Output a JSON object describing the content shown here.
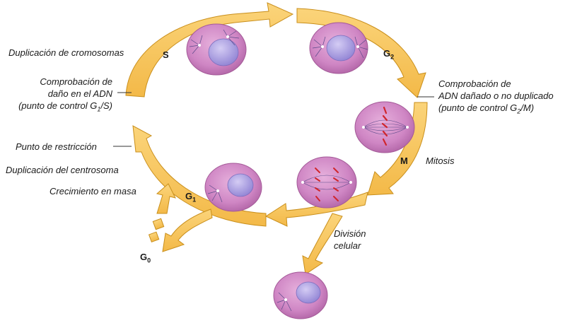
{
  "phases": {
    "s": "S",
    "g2": "G",
    "g2_sub": "2",
    "m": "M",
    "g1": "G",
    "g1_sub": "1",
    "g0": "G",
    "g0_sub": "0"
  },
  "labels": {
    "chromosome_duplication": "Duplicación de cromosomas",
    "dna_damage_check_1": "Comprobación de",
    "dna_damage_check_2": "daño en el ADN",
    "dna_damage_check_3a": "(punto de control G",
    "dna_damage_check_3sub": "1",
    "dna_damage_check_3b": "/S)",
    "restriction_point": "Punto de restricción",
    "centrosome_duplication": "Duplicación del centrosoma",
    "mass_growth": "Crecimiento en masa",
    "g2m_check_1": "Comprobación de",
    "g2m_check_2": "ADN dañado o no duplicado",
    "g2m_check_3a": "(punto de control G",
    "g2m_check_3sub": "2",
    "g2m_check_3b": "/M)",
    "mitosis": "Mitosis",
    "cell_division_1": "División",
    "cell_division_2": "celular"
  },
  "colors": {
    "arrow_fill": "#f7c45a",
    "arrow_stroke": "#c98f1c",
    "cell_fill": "#cf86c4",
    "cell_edge": "#a45a98",
    "nucleus_fill": "#a99be0",
    "chromosome": "#d0262d",
    "spindle": "#5b4a8a"
  }
}
